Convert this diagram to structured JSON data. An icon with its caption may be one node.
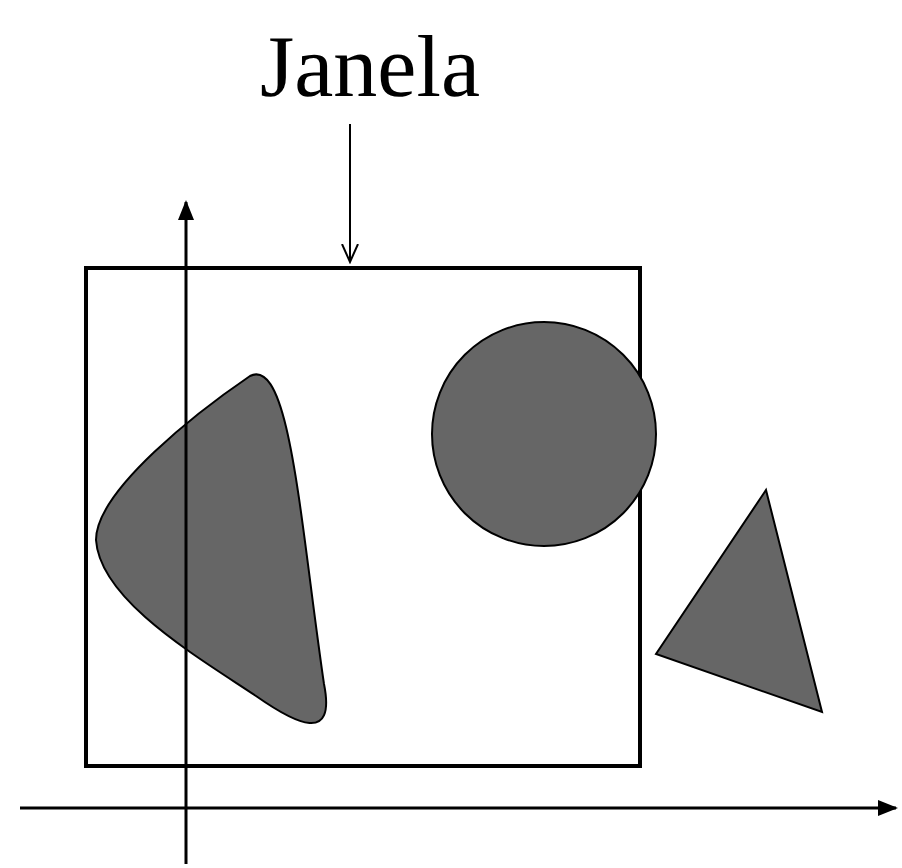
{
  "diagram": {
    "nodes": [
      {
        "text": [
          "Janela"
        ]
      },
      {
        "text": [],
        "shape": "box"
      }
    ],
    "edges": [
      {
        "from": 0,
        "to": 1,
        "arrow": "to"
      }
    ]
  }
}
